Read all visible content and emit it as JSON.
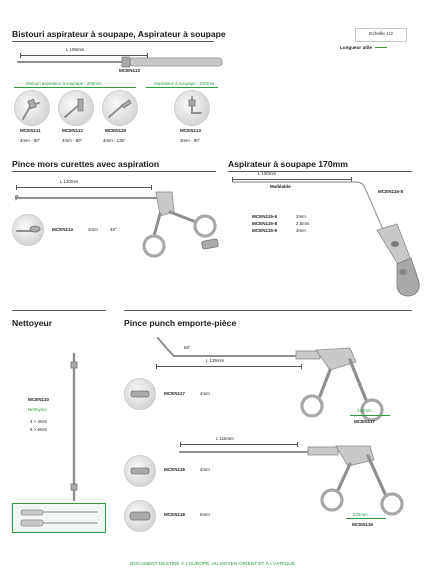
{
  "scale": {
    "label": "Echelle 1/2",
    "note": "Longueur utile"
  },
  "section1": {
    "title": "Bistouri aspirateur à soupape, Aspirateur à soupape",
    "length_label": "L 109mm",
    "main_ref": "MCEN113",
    "sub_left": "Bistouri aspirateur à soupape - 205mm",
    "sub_right": "Aspirateur à soupape - 210mm",
    "items": [
      {
        "ref": "MCEN111",
        "spec": "4mm - 80°"
      },
      {
        "ref": "MCEN112",
        "spec": "4mm - 90°"
      },
      {
        "ref": "MCEN120",
        "spec": "4mm - 135°"
      },
      {
        "ref": "MCEN113",
        "spec": "3mm - 90°"
      }
    ]
  },
  "section2": {
    "title": "Pince mors curettes avec aspiration",
    "length_label": "L 120mm",
    "ref": "MCEN114",
    "size": "2mm",
    "angle": "45°"
  },
  "section3": {
    "title": "Aspirateur à soupape 170mm",
    "length_label": "L 150mm",
    "note": "Malléable",
    "main_ref": "MCEN115-8",
    "rows": [
      {
        "ref": "MCEN115-6",
        "size": "2mm"
      },
      {
        "ref": "MCEN115-8",
        "size": "2,5mm"
      },
      {
        "ref": "MCEN115-9",
        "size": "3mm"
      }
    ]
  },
  "section4": {
    "title": "Nettoyeur",
    "ref": "MCEN110",
    "name": "Nettoyeur",
    "lines": [
      "4 > 4mm",
      "6 > 6mm"
    ]
  },
  "section5": {
    "title": "Pince punch emporte-pièce",
    "angle": "60°",
    "top": {
      "length_label": "L 125mm",
      "ref": "MCEN117",
      "size": "4mm",
      "green_len": "235mm",
      "main_ref": "MCEN117"
    },
    "bottom": {
      "length_label": "L 115mm",
      "rows": [
        {
          "ref": "MCEN116",
          "size": "4mm"
        },
        {
          "ref": "MCEN118",
          "size": "6mm"
        }
      ],
      "green_len": "225mm",
      "main_ref": "MCEN116"
    }
  },
  "footer": "DOCUMENT DESTINÉ À L'EUROPE, AU MOYEN-ORIENT ET À L'AFRIQUE",
  "colors": {
    "accent": "#2e9b3c",
    "rule": "#5a5a5a"
  }
}
